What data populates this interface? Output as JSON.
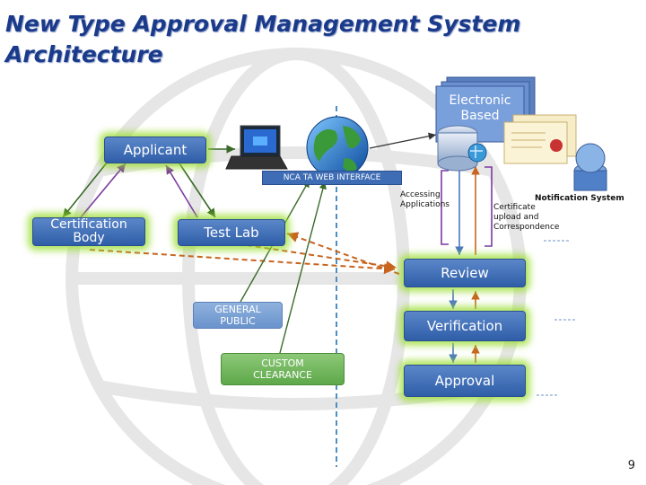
{
  "slide": {
    "title_line1": "New Type Approval Management System",
    "title_line2": "Architecture",
    "page_number": "9"
  },
  "diagram": {
    "applicant": "Applicant",
    "certification_body_1": "Certification",
    "certification_body_2": "Body",
    "test_lab": "Test Lab",
    "general_public_1": "GENERAL",
    "general_public_2": "PUBLIC",
    "custom_clearance_1": "CUSTOM",
    "custom_clearance_2": "CLEARANCE",
    "electronic_based_1": "Electronic",
    "electronic_based_2": "Based",
    "web_interface": "NCA TA WEB INTERFACE",
    "accessing_1": "Accessing",
    "accessing_2": "Applications",
    "certificate_1": "Certificate",
    "certificate_2": "upload and",
    "certificate_3": "Correspondence",
    "notification": "Notification System",
    "review": "Review",
    "verification": "Verification",
    "approval": "Approval"
  },
  "colors": {
    "title": "#1a3a8a",
    "box_blue": "#3e6db5",
    "glow": "#96dc28",
    "arrow_green": "#3a6a2a",
    "arrow_purple": "#7a3aa0",
    "arrow_orange": "#c8641e",
    "dashed_blue": "#4a90c8"
  }
}
